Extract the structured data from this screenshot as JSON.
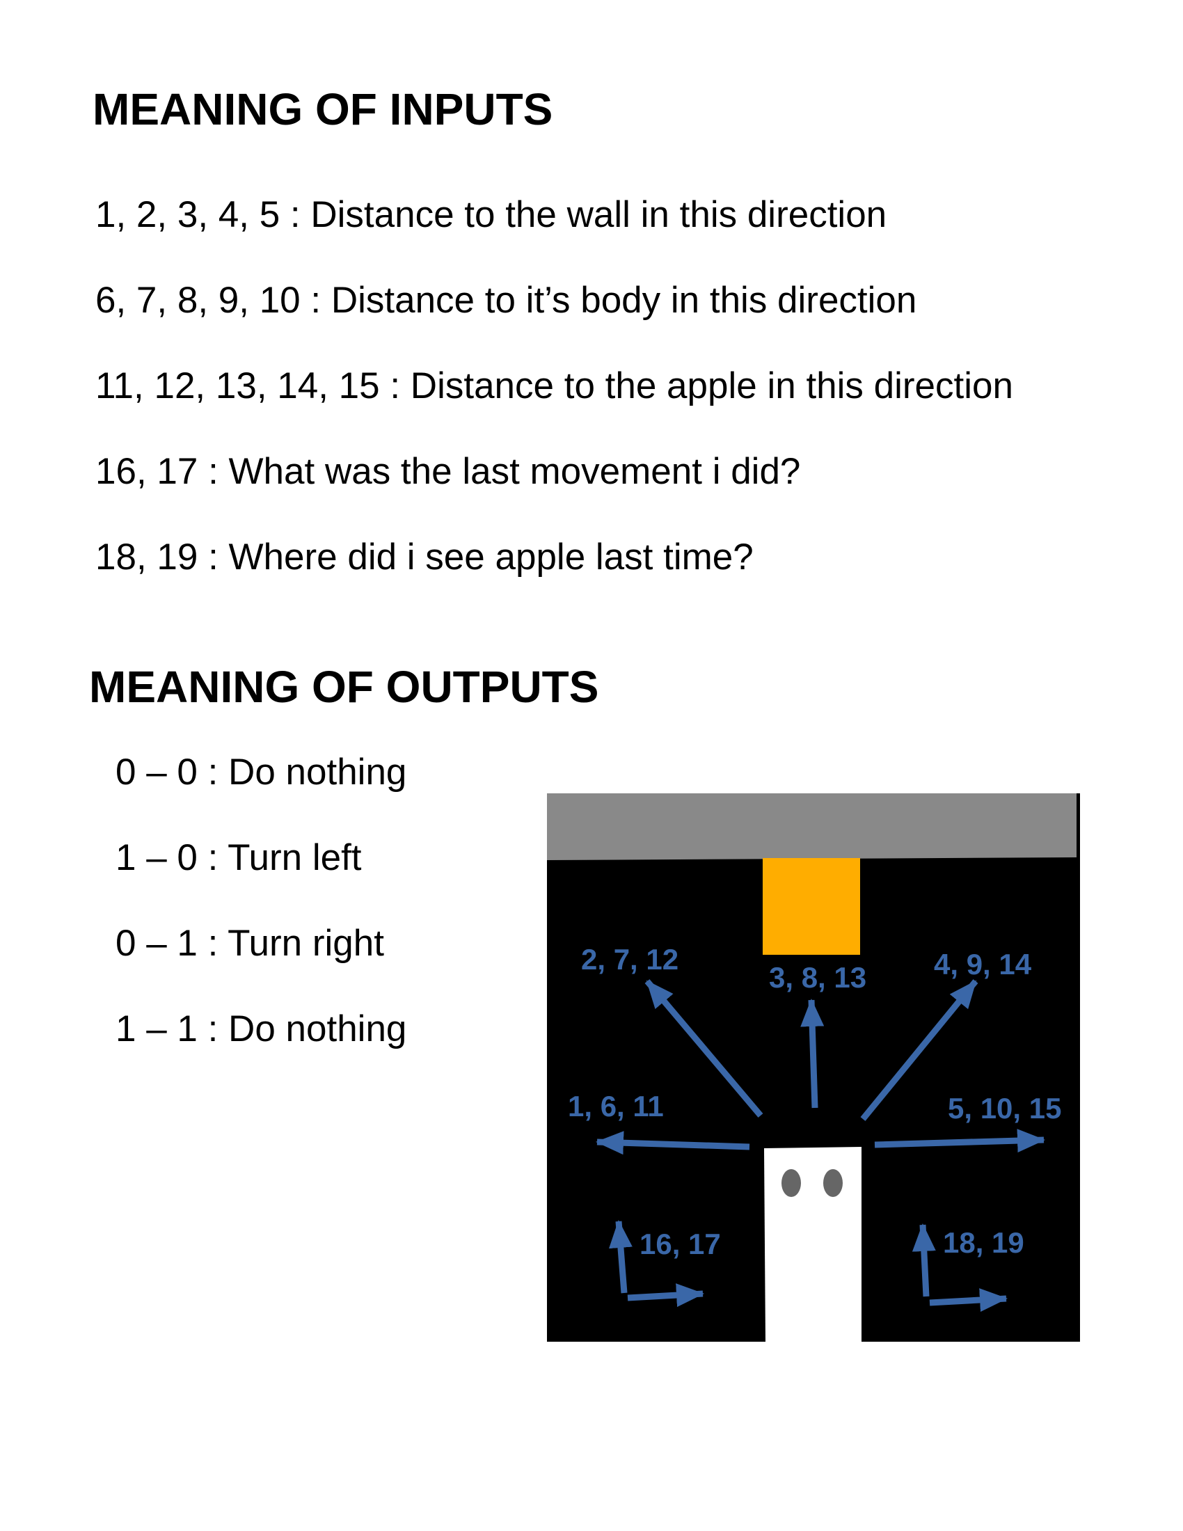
{
  "inputs": {
    "heading": "MEANING OF INPUTS",
    "items": [
      "1, 2, 3, 4, 5 : Distance to the wall in this direction",
      "6, 7, 8, 9, 10 : Distance to it’s body in this direction",
      "11, 12, 13, 14, 15 : Distance to the apple in this direction",
      "16, 17 : What was the last movement i did?",
      "18, 19 : Where did i see apple last time?"
    ]
  },
  "outputs": {
    "heading": "MEANING OF OUTPUTS",
    "items": [
      "0 – 0 : Do nothing",
      "1 – 0 : Turn left",
      "0 – 1 : Turn right",
      "1 – 1 : Do nothing"
    ]
  },
  "diagram": {
    "colors": {
      "wall": "#898989",
      "board": "#000000",
      "apple": "#ffad00",
      "snake_body": "#ffffff",
      "snake_eyes": "#666666",
      "arrow": "#3a67a8"
    },
    "labels": {
      "left": "1, 6, 11",
      "up_left": "2, 7, 12",
      "up": "3, 8, 13",
      "up_right": "4, 9, 14",
      "right": "5, 10, 15",
      "last_movement": "16, 17",
      "last_apple": "18, 19"
    }
  }
}
